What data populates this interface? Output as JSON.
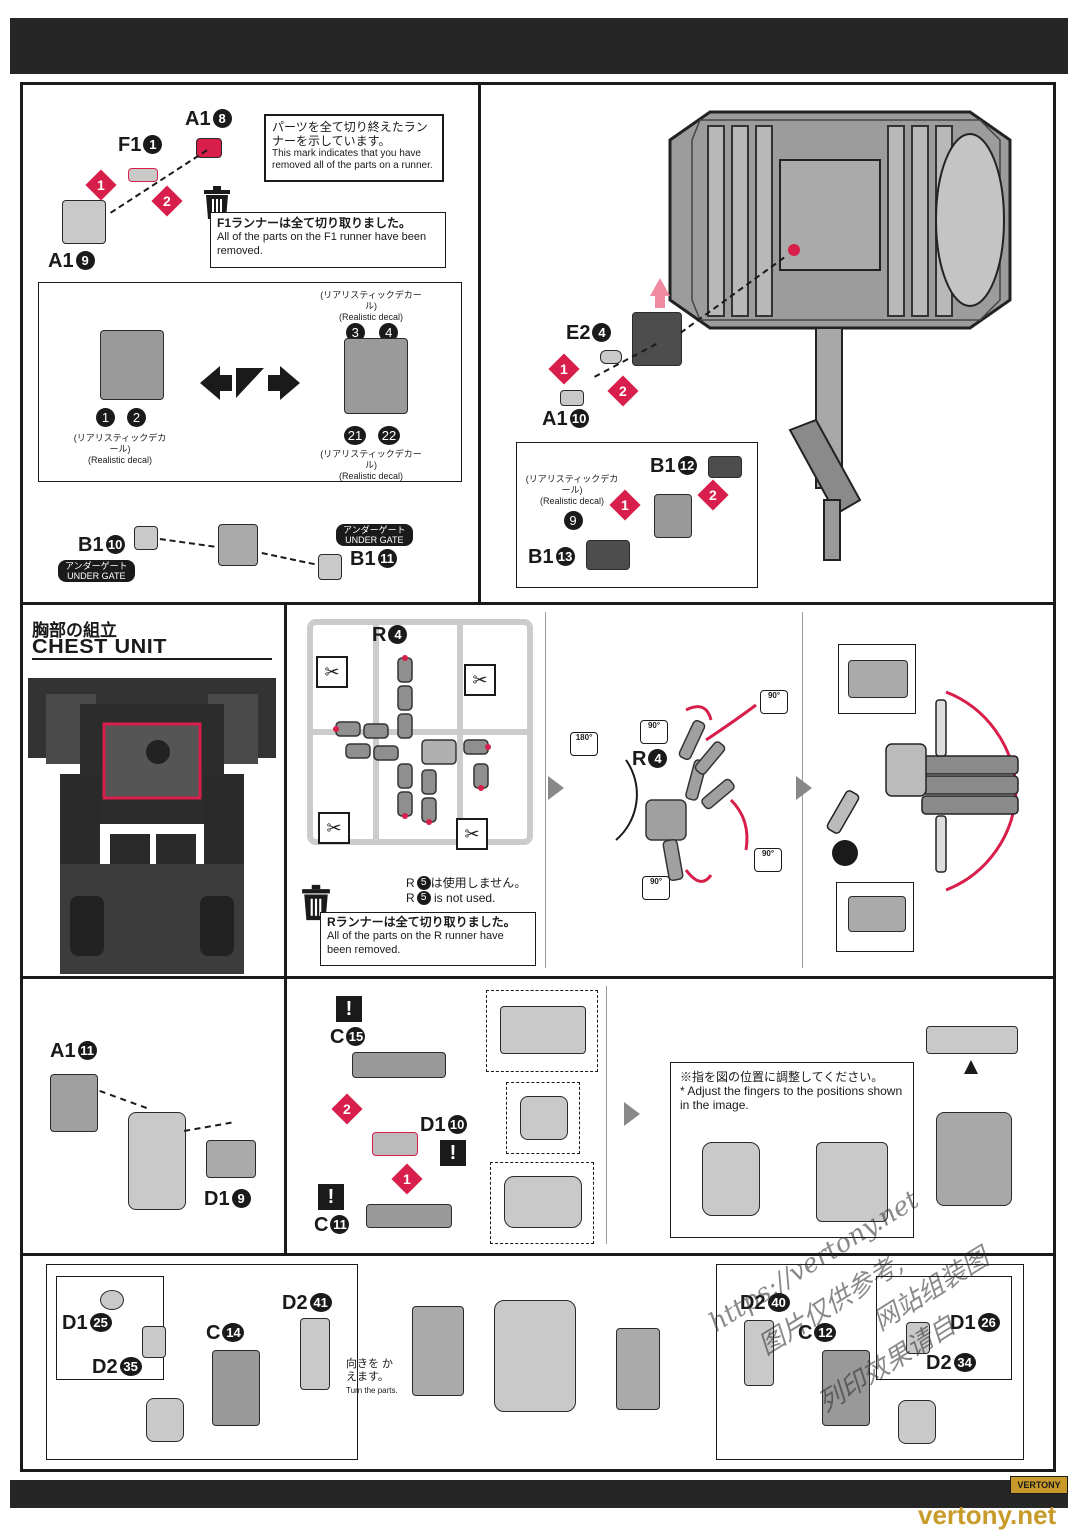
{
  "header": {
    "band_color": "#262626"
  },
  "accent_color": "#d81e4a",
  "panel1": {
    "labels": {
      "a1_8": "A1",
      "f1_1": "F1",
      "a1_9": "A1"
    },
    "nums": {
      "n8": "8",
      "n1": "1",
      "n9": "9"
    },
    "steps": [
      "1",
      "2"
    ],
    "runner_mark_note": {
      "jp": "パーツを全て切り終えたランナーを示しています。",
      "en": "This mark indicates that you have removed all of the parts on a runner."
    },
    "f1_removed": {
      "jp": "F1ランナーは全て切り取りました。",
      "en": "All of the parts on the F1 runner have been removed."
    },
    "decal_left": {
      "jp": "(リアリスティックデカール)",
      "en": "(Realistic decal)",
      "codes": [
        "1",
        "2"
      ]
    },
    "decal_right": {
      "jp_top": "(リアリスティックデカール)",
      "en_top": "(Realistic decal)",
      "codes_top": [
        "3",
        "4"
      ],
      "codes_bottom": [
        "21",
        "22"
      ],
      "jp_bottom": "(リアリスティックデカール)",
      "en_bottom": "(Realistic decal)"
    },
    "b1_10": "B1",
    "n10": "10",
    "b1_11": "B1",
    "n11": "11",
    "under_gate_jp": "アンダーゲート",
    "under_gate_en": "UNDER GATE"
  },
  "panel2": {
    "e2_4": "E2",
    "n4": "4",
    "a1_10": "A1",
    "n10": "10",
    "b1_12": "B1",
    "n12": "12",
    "b1_13": "B1",
    "n13": "13",
    "decal_jp": "(リアリスティックデカール)",
    "decal_en": "(Realistic decal)",
    "decal_code": "9",
    "steps": [
      "1",
      "2",
      "1",
      "2"
    ]
  },
  "chest": {
    "title_jp": "胸部の組立",
    "title_en": "CHEST UNIT"
  },
  "runner_r": {
    "label": "R",
    "n4": "4",
    "r5_jp": "R",
    "n5": "5",
    "r5_jp_rest": "は使用しません。",
    "r5_en_rest": "is not used.",
    "removed_jp": "Rランナーは全て切り取りました。",
    "removed_en": "All of the parts on the R runner have been removed."
  },
  "rotate": {
    "r4": "R",
    "n4": "4",
    "deg90": "90°",
    "deg180": "180°"
  },
  "panel_a1_11": {
    "a1": "A1",
    "n11": "11",
    "d1": "D1",
    "n9": "9"
  },
  "panel_c15": {
    "c15": "C",
    "n15": "15",
    "d1_10": "D1",
    "n10": "10",
    "c11": "C",
    "n11": "11",
    "excl": "!",
    "steps": [
      "2",
      "1"
    ]
  },
  "adjust": {
    "jp": "※指を図の位置に調整してください。",
    "en": "* Adjust the fingers to the positions shown in the image."
  },
  "bottom": {
    "d1_25": "D1",
    "n25": "25",
    "d2_35": "D2",
    "n35": "35",
    "c14": "C",
    "n14": "14",
    "d2_41": "D2",
    "n41": "41",
    "turn_jp": "向きを かえます。",
    "turn_en": "Turn the parts.",
    "d2_40": "D2",
    "n40": "40",
    "c12": "C",
    "n12": "12",
    "d1_26": "D1",
    "n26": "26",
    "d2_34": "D2",
    "n34": "34"
  },
  "watermark": {
    "url": "https://vertony.net",
    "cn_line1": "图片仅供参考,",
    "cn_line2": "网站组装图",
    "cn_line3": "列印效果请自",
    "logo_text": "VERTONY",
    "site": "vertony.net"
  }
}
